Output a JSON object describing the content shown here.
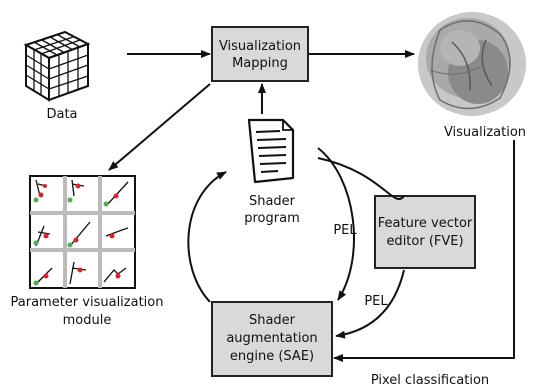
{
  "nodes": {
    "data_label": "Data",
    "mapping_line1": "Visualization",
    "mapping_line2": "Mapping",
    "visualization_label": "Visualization",
    "shader_line1": "Shader",
    "shader_line2": "program",
    "fve_line1": "Feature vector",
    "fve_line2": "editor (FVE)",
    "sae_line1": "Shader",
    "sae_line2": "augmentation",
    "sae_line3": "engine (SAE)",
    "pvm_line1": "Parameter visualization",
    "pvm_line2": "module"
  },
  "edges": {
    "pel_upper": "PEL",
    "pel_lower": "PEL",
    "pixel_classification": "Pixel classification"
  },
  "colors": {
    "box_fill": "#d9d9d9",
    "line": "#111111",
    "grid": "#bbbbbb",
    "plot_red": "#d9232a",
    "plot_green": "#4caf50"
  }
}
